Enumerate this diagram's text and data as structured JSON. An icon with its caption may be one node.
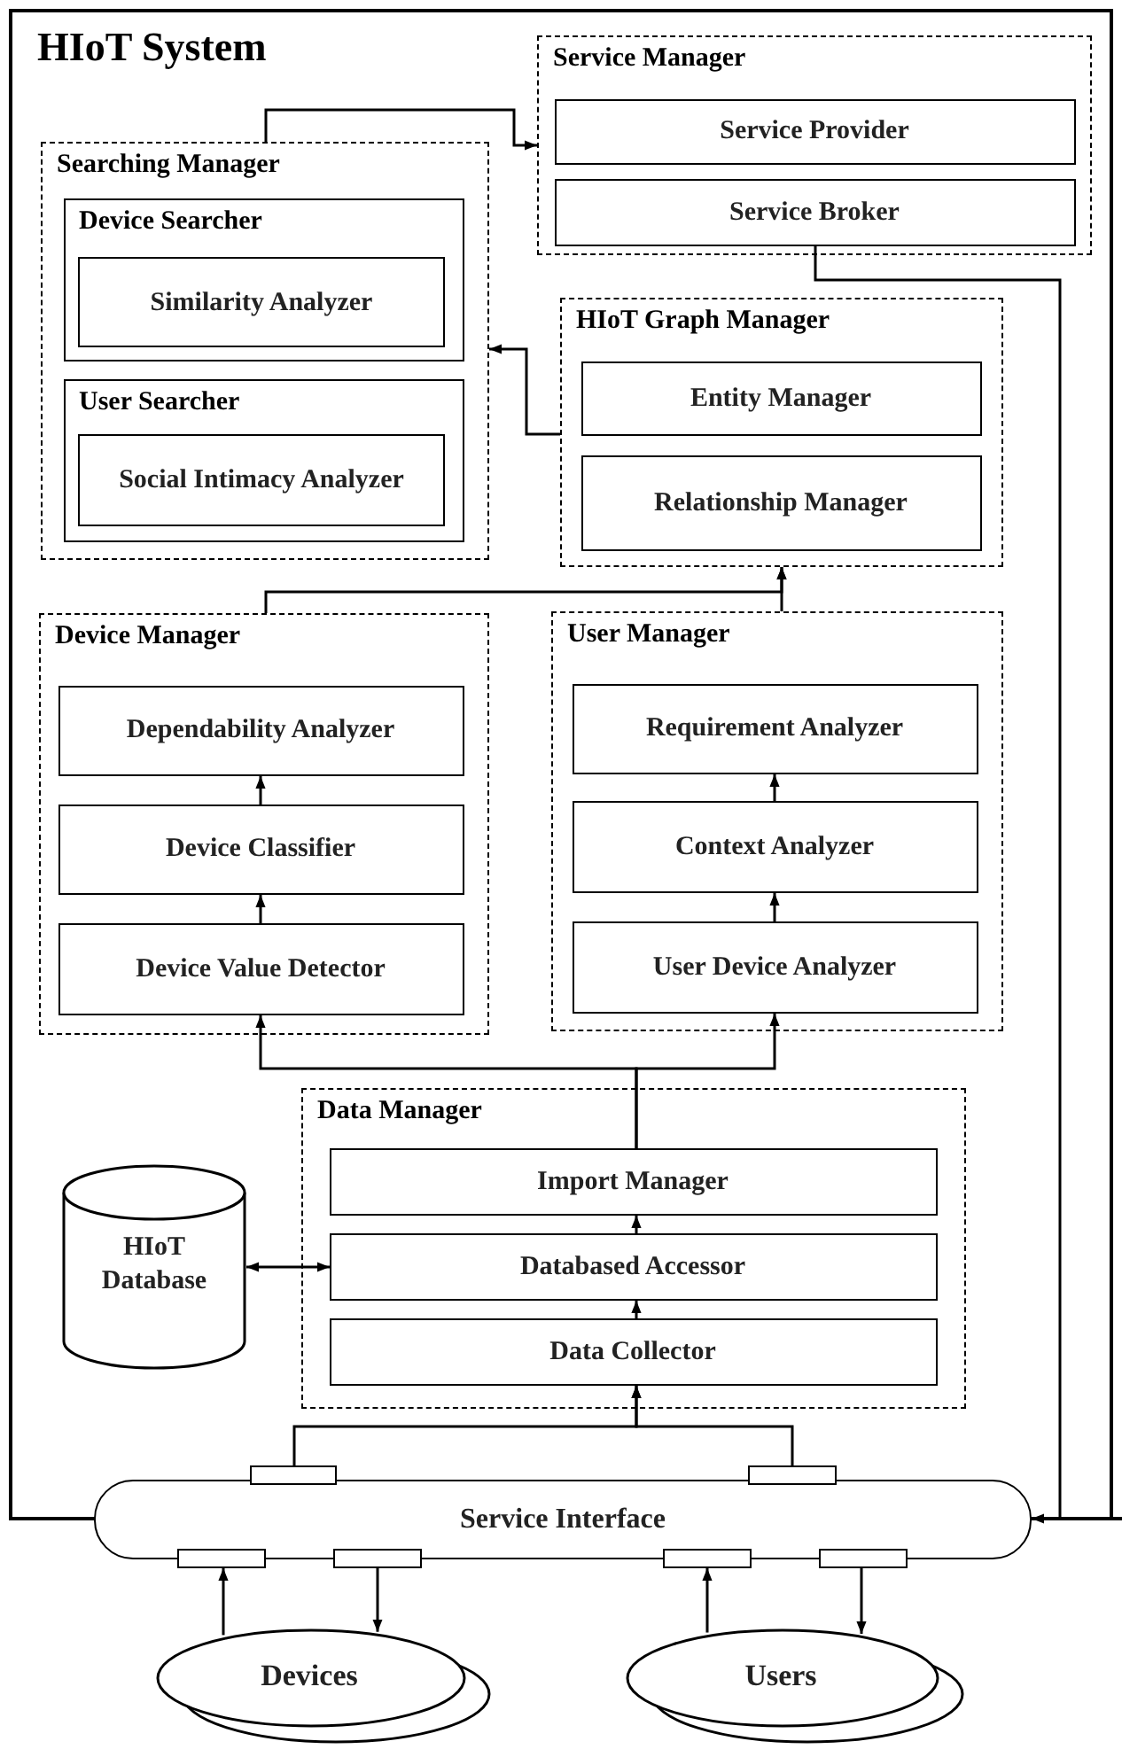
{
  "diagram": {
    "nodes": [
      {
        "text": [
          "HIoT System"
        ]
      },
      {
        "text": [
          "Service Manager"
        ],
        "in": 0
      },
      {
        "text": [
          "Service Provider"
        ],
        "in": 1
      },
      {
        "text": [
          "Service Broker"
        ],
        "in": 1
      },
      {
        "text": [
          "Searching Manager"
        ],
        "in": 0
      },
      {
        "text": [
          "Device Searcher"
        ],
        "in": 4
      },
      {
        "text": [
          "Similarity Analyzer"
        ],
        "in": 5
      },
      {
        "text": [
          "User Searcher"
        ],
        "in": 4
      },
      {
        "text": [
          "Social Intimacy Analyzer"
        ],
        "in": 7
      },
      {
        "text": [
          "HIoT Graph Manager"
        ],
        "in": 0
      },
      {
        "text": [
          "Entity Manager"
        ],
        "in": 9
      },
      {
        "text": [
          "Relationship Manager"
        ],
        "in": 9
      },
      {
        "text": [
          "Device Manager"
        ],
        "in": 0
      },
      {
        "text": [
          "Dependability Analyzer"
        ],
        "in": 12
      },
      {
        "text": [
          "Device Classifier"
        ],
        "in": 12
      },
      {
        "text": [
          "Device Value Detector"
        ],
        "in": 12
      },
      {
        "text": [
          "User Manager"
        ],
        "in": 0
      },
      {
        "text": [
          "Requirement Analyzer"
        ],
        "in": 16
      },
      {
        "text": [
          "Context Analyzer"
        ],
        "in": 16
      },
      {
        "text": [
          "User Device Analyzer"
        ],
        "in": 16
      },
      {
        "text": [
          "Data Manager"
        ],
        "in": 0
      },
      {
        "text": [
          "Import Manager"
        ],
        "in": 20
      },
      {
        "text": [
          "Databased Accessor"
        ],
        "in": 20
      },
      {
        "text": [
          "Data Collector"
        ],
        "in": 20
      },
      {
        "text": [
          "HIoT Database"
        ],
        "in": 0
      },
      {
        "text": [
          "Service Interface"
        ]
      },
      {
        "text": [],
        "shape": "box"
      },
      {
        "text": [],
        "shape": "box"
      },
      {
        "text": [],
        "shape": "box"
      },
      {
        "text": [],
        "shape": "box"
      },
      {
        "text": [],
        "shape": "box"
      },
      {
        "text": [],
        "shape": "box"
      },
      {
        "text": [
          "Devices"
        ]
      },
      {
        "text": [
          "Users"
        ]
      }
    ],
    "edges": [
      {
        "from": 4,
        "to": 1,
        "arrow": "to"
      },
      {
        "from": 9,
        "to": 4,
        "arrow": "to"
      },
      {
        "from": 3,
        "to": 25,
        "arrow": "to"
      },
      {
        "from": 12,
        "to": 9,
        "arrow": "to"
      },
      {
        "from": 16,
        "to": 9,
        "arrow": "to"
      },
      {
        "from": 15,
        "to": 14,
        "arrow": "to"
      },
      {
        "from": 14,
        "to": 13,
        "arrow": "to"
      },
      {
        "from": 19,
        "to": 18,
        "arrow": "to"
      },
      {
        "from": 18,
        "to": 17,
        "arrow": "to"
      },
      {
        "from": 21,
        "to": 15,
        "arrow": "to"
      },
      {
        "from": 21,
        "to": 19,
        "arrow": "to"
      },
      {
        "from": 23,
        "to": 22,
        "arrow": "to"
      },
      {
        "from": 22,
        "to": 21,
        "arrow": "to"
      },
      {
        "from": 24,
        "to": 22,
        "arrow": "both"
      },
      {
        "from": 26,
        "to": 23,
        "arrow": "to"
      },
      {
        "from": 27,
        "to": 23,
        "arrow": "to"
      },
      {
        "from": 32,
        "to": 28,
        "arrow": "to"
      },
      {
        "from": 29,
        "to": 32,
        "arrow": "to"
      },
      {
        "from": 33,
        "to": 30,
        "arrow": "to"
      },
      {
        "from": 31,
        "to": 33,
        "arrow": "to"
      }
    ]
  }
}
